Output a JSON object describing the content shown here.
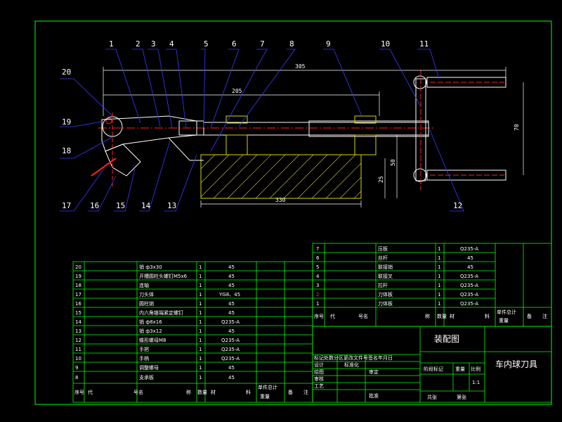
{
  "colors": {
    "frame": "#00ff00",
    "leader": "#3a3aff",
    "callout_text": "#ffffff",
    "centerline": "#ff2020",
    "hatch": "#d8d800",
    "dimension": "#ffffff",
    "part_outline": "#ffffff",
    "highlight": "#ff3030"
  },
  "callouts_top": [
    "1",
    "2",
    "3",
    "4",
    "5",
    "6",
    "7",
    "8",
    "9",
    "10",
    "11"
  ],
  "callouts_left": [
    "20",
    "19",
    "18"
  ],
  "callouts_bottom": [
    "17",
    "16",
    "15",
    "14",
    "13",
    "12"
  ],
  "dimensions": {
    "overall_length": "305",
    "inner_length": "205",
    "base_length": "330",
    "height_70": "70",
    "height_50": "50",
    "height_25": "25"
  },
  "parts_table_left": {
    "rows": [
      {
        "no": "20",
        "name": "销 ф3x30",
        "qty": "1",
        "material": "45"
      },
      {
        "no": "19",
        "name": "开槽圆柱头螺钉M5x6",
        "qty": "1",
        "material": "45"
      },
      {
        "no": "18",
        "name": "连轴",
        "qty": "1",
        "material": "45"
      },
      {
        "no": "17",
        "name": "刀头体",
        "qty": "1",
        "material": "YG8、45"
      },
      {
        "no": "16",
        "name": "圆柱销",
        "qty": "1",
        "material": "45"
      },
      {
        "no": "15",
        "name": "内六角锥端紧定螺钉",
        "qty": "1",
        "material": "45"
      },
      {
        "no": "14",
        "name": "销 ф8x16",
        "qty": "1",
        "material": "Q235-A"
      },
      {
        "no": "13",
        "name": "销 ф3x12",
        "qty": "1",
        "material": "45"
      },
      {
        "no": "12",
        "name": "蝶形螺母M8",
        "qty": "1",
        "material": "Q235-A"
      },
      {
        "no": "11",
        "name": "手把",
        "qty": "1",
        "material": "Q235-A"
      },
      {
        "no": "10",
        "name": "手柄",
        "qty": "1",
        "material": "Q235-A"
      },
      {
        "no": "9",
        "name": "调整螺母",
        "qty": "1",
        "material": "45"
      },
      {
        "no": "8",
        "name": "支承板",
        "qty": "1",
        "material": "45"
      }
    ],
    "header": {
      "no": "序号",
      "code": "代",
      "name": "号名",
      "name2": "称",
      "qty": "数量",
      "material": "材",
      "material2": "料",
      "weight": "单件总计",
      "weight2": "重量",
      "remark": "备",
      "remark2": "注"
    }
  },
  "parts_table_right": {
    "rows": [
      {
        "no": "7",
        "name": "压板",
        "qty": "1",
        "material": "Q235-A"
      },
      {
        "no": "6",
        "name": "丝杆",
        "qty": "1",
        "material": "45"
      },
      {
        "no": "5",
        "name": "联接销",
        "qty": "1",
        "material": "45"
      },
      {
        "no": "4",
        "name": "联接叉",
        "qty": "1",
        "material": "Q235-A"
      },
      {
        "no": "3",
        "name": "拉杆",
        "qty": "1",
        "material": "Q235-A"
      },
      {
        "no": "2",
        "name": "刀体板",
        "qty": "1",
        "material": "Q235-A"
      },
      {
        "no": "1",
        "name": "刀体板",
        "qty": "1",
        "material": "Q235-A"
      }
    ],
    "header": {
      "no": "序号",
      "code": "代",
      "name": "号名",
      "name2": "称",
      "qty": "数量",
      "material": "材",
      "material2": "料",
      "weight": "单件总计",
      "weight2": "重量",
      "remark": "备",
      "remark2": "注"
    }
  },
  "title_block": {
    "drawing_type": "装配图",
    "drawing_name": "车内球刀具",
    "stage_mark": "阶段标记",
    "weight": "重量",
    "scale": "比例",
    "scale_value": "1:1",
    "sheet_total": "共张",
    "sheet_no": "第张",
    "revision_header": "标记处数分区更改文件号签名年月日",
    "design": "设计",
    "standardize": "标准化",
    "check": "审核",
    "process": "工艺",
    "draw": "绘图",
    "review": "审定",
    "approve": "批准"
  }
}
